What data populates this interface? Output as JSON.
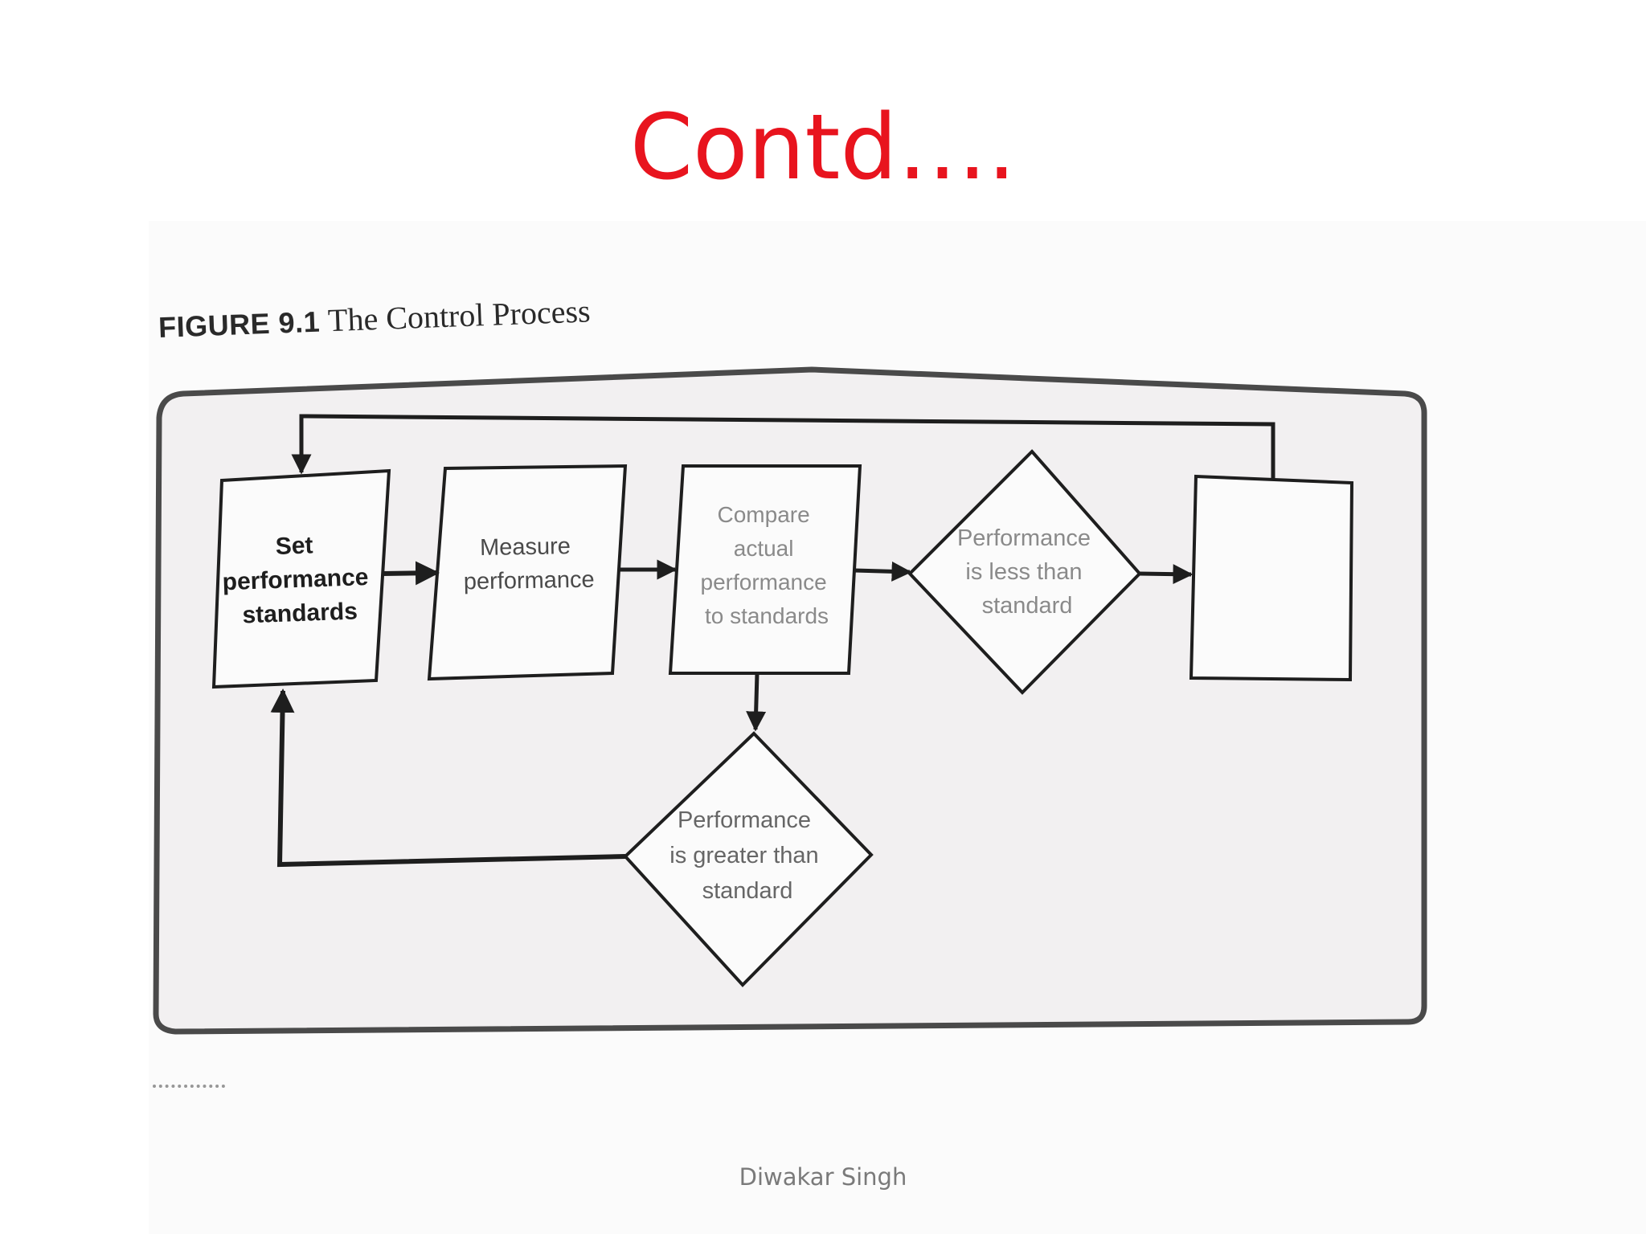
{
  "slide": {
    "title": "Contd….",
    "footer": "Diwakar Singh"
  },
  "figure": {
    "label": "FIGURE 9.1",
    "caption": "The Control Process"
  },
  "nodes": {
    "set_standards": [
      "Set",
      "performance",
      "standards"
    ],
    "measure": [
      "Measure",
      "performance"
    ],
    "compare": [
      "Compare",
      "actual",
      "performance",
      "to standards"
    ],
    "less_than": [
      "Performance",
      "is less than",
      "standard"
    ],
    "greater_than": [
      "Performance",
      "is greater than",
      "standard"
    ],
    "corrective": []
  },
  "colors": {
    "title": "#e8141e",
    "panel_fill": "#f2f0f1",
    "panel_border": "#4a4a4a",
    "line": "#1e1e1e",
    "faded_text": "#8a8a8a",
    "dark_text": "#1e1e1e"
  }
}
